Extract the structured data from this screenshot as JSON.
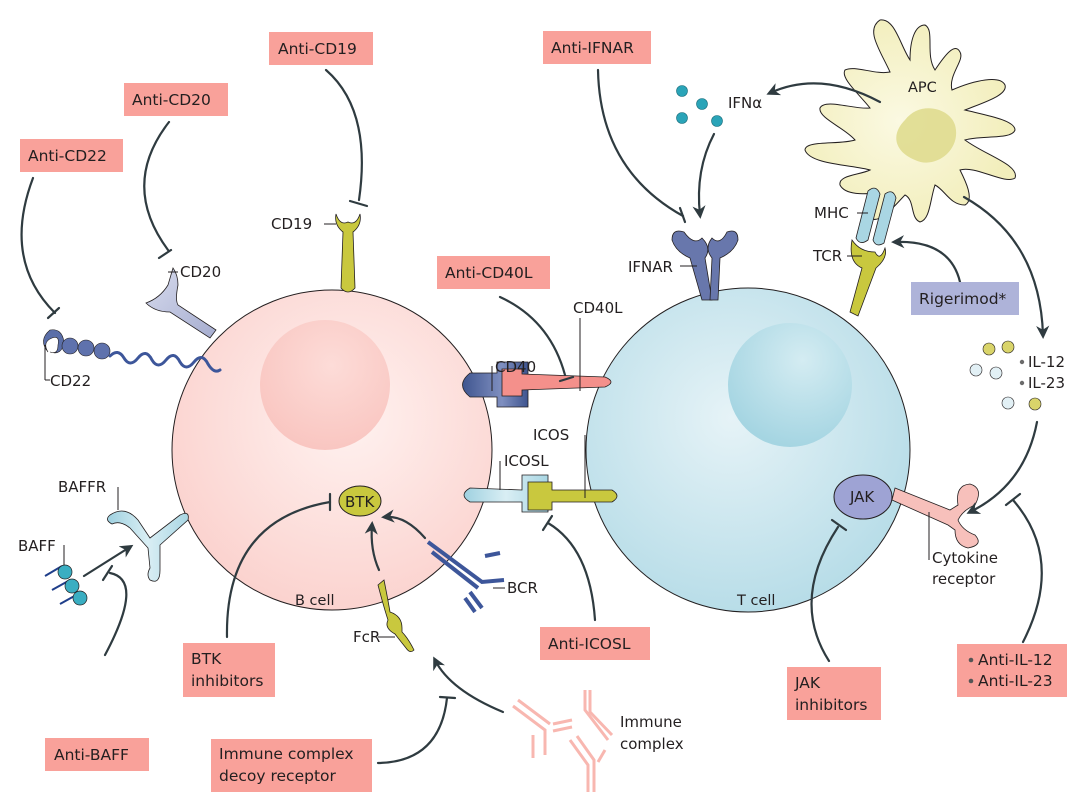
{
  "figure": {
    "colors": {
      "drug_box": "#f9a19a",
      "experimental_box": "#aeb3d9",
      "b_cell": "#fcd6d2",
      "t_cell": "#c5e3ec",
      "apc": "#f4f0bf",
      "arrow": "#2f3b40"
    },
    "cells": {
      "b_cell": "B cell",
      "t_cell": "T cell",
      "apc": "APC"
    },
    "drugs": {
      "anti_cd19": "Anti-CD19",
      "anti_cd20": "Anti-CD20",
      "anti_cd22": "Anti-CD22",
      "anti_cd40l": "Anti-CD40L",
      "anti_ifnar": "Anti-IFNAR",
      "rigerimod": "Rigerimod*",
      "btk_line1": "BTK",
      "btk_line2": "inhibitors",
      "anti_baff": "Anti-BAFF",
      "anti_icosl": "Anti-ICOSL",
      "decoy_line1": "Immune complex",
      "decoy_line2": "decoy receptor",
      "jak_line1": "JAK",
      "jak_line2": "inhibitors",
      "anti_il12": "Anti-IL-12",
      "anti_il23": "Anti-IL-23"
    },
    "molecules": {
      "cd19": "CD19",
      "cd20": "CD20",
      "cd22": "CD22",
      "cd40": "CD40",
      "cd40l": "CD40L",
      "icos": "ICOS",
      "icosl": "ICOSL",
      "baffr": "BAFFR",
      "baff": "BAFF",
      "btk": "BTK",
      "bcr": "BCR",
      "fcr": "FcR",
      "immune_line1": "Immune",
      "immune_line2": "complex",
      "ifna": "IFNα",
      "ifnar": "IFNAR",
      "mhc": "MHC",
      "tcr": "TCR",
      "il12": "IL-12",
      "il23": "IL-23",
      "jak": "JAK",
      "cytokine_line1": "Cytokine",
      "cytokine_line2": "receptor"
    }
  }
}
